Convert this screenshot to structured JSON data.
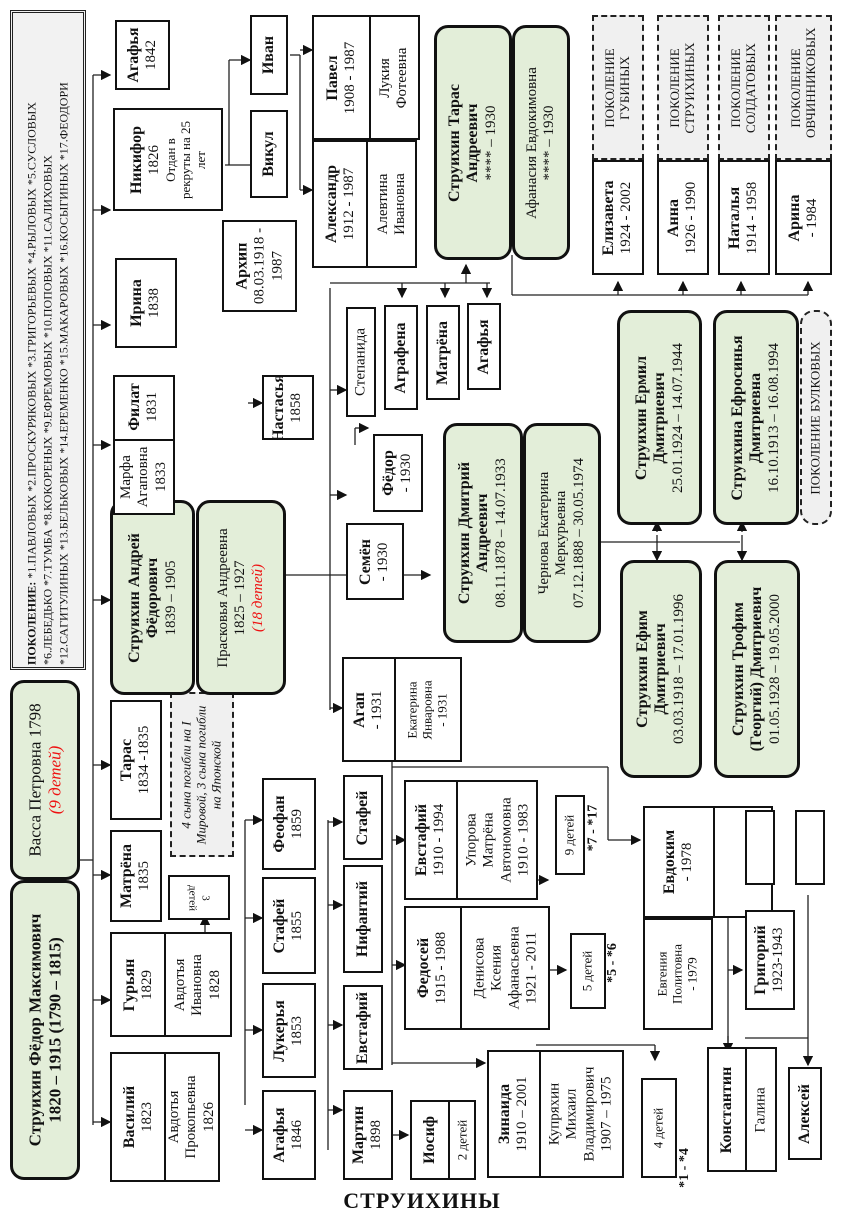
{
  "title": "СТРУИХИНЫ",
  "legend": {
    "label": "ПОКОЛЕНИЕ:",
    "line1": "*1.ПАВЛОВЫХ *2.ПРОСКУРЯКОВЫХ *3.ГРИГОРЬЕВЫХ *4.РЫЛОВЫХ *5.СУСЛОВЫХ",
    "line2": "*6.ЛЕБЕДЬКО *7.ТУМБА *8.КОКОРЕНЫХ *9.ЕФРЕМОВЫХ *10.ПОПОВЫХ *11.САЛИХОВЫХ",
    "line3": "*12.САГИТУЛИНЫХ *13.БЕЛЬКОВЫХ *14.ЕРЕМЕНКО *15.МАКАРОВЫХ *16.КОСЫГИНЫХ *17.ФЕОДОРИ"
  },
  "root": {
    "husband": {
      "name": "Струихин Фёдор Максимович",
      "dates": "1820 – 1915 (1790 – 1815)"
    },
    "wife": {
      "name": "Васса Петровна 1798",
      "note": "(9 детей)"
    }
  },
  "gen1": {
    "vasiliy": {
      "name": "Василий",
      "year": "1823",
      "spouse": "Авдотья Прокопьевна",
      "spouse_year": "1826"
    },
    "guryan": {
      "name": "Гурьян",
      "year": "1829",
      "spouse": "Авдотья Ивановна",
      "spouse_year": "1828"
    },
    "matrena": {
      "name": "Матрёна",
      "year": "1835"
    },
    "matrena_kids": "3 детей",
    "taras": {
      "name": "Тарас",
      "years": "1834 -1835"
    },
    "andrey": {
      "name": "Струихин Андрей Фёдорович",
      "years": "1839 – 1905"
    },
    "praskovya": {
      "name": "Прасковья Андреевна",
      "years": "1825 – 1927",
      "note": "(18 детей)"
    },
    "war_note": "4 сына погибли на I Мировой, 3 сына погибли на Японской",
    "filat": {
      "name": "Филат",
      "year": "1831",
      "spouse": "Марфа Агаповна",
      "spouse_year": "1833"
    },
    "irina": {
      "name": "Ирина",
      "year": "1838"
    },
    "nikifor": {
      "name": "Никифор",
      "year": "1826",
      "note": "Отдан в рекруты на 25 лет"
    },
    "agafya": {
      "name": "Агафья",
      "year": "1842"
    }
  },
  "gen2": {
    "agafya": {
      "name": "Агафья",
      "year": "1846"
    },
    "lukerya": {
      "name": "Лукерья",
      "year": "1853"
    },
    "stafey": {
      "name": "Стафей",
      "year": "1855"
    },
    "feofan": {
      "name": "Феофан",
      "year": "1859"
    },
    "nastasya": {
      "name": "Настасья",
      "year": "1858"
    },
    "vikul": {
      "name": "Викул"
    },
    "ivan": {
      "name": "Иван"
    },
    "arkhip": {
      "name": "Архип",
      "years": "08.03.1918 - 1987"
    },
    "aleksandr": {
      "name": "Александр",
      "years": "1912 - 1987",
      "spouse": "Алевтина Ивановна"
    },
    "pavel": {
      "name": "Павел",
      "years": "1908 - 1987",
      "spouse": "Лукия Фотеевна"
    },
    "martin": {
      "name": "Мартин",
      "year": "1898"
    },
    "evstafiy": {
      "name": "Евстафий"
    },
    "nifantiy": {
      "name": "Нифантий"
    },
    "stafey2": {
      "name": "Стафей"
    },
    "agap": {
      "name": "Агап",
      "years": "- 1931",
      "spouse": "Екатерина Январовна",
      "spouse_years": "- 1931"
    },
    "semen": {
      "name": "Семён",
      "years": "- 1930"
    },
    "fedor": {
      "name": "Фёдор",
      "years": "- 1930"
    },
    "stepanida": {
      "name": "Степанида"
    },
    "agrafena": {
      "name": "Аграфена"
    },
    "matrena2": {
      "name": "Матрёна"
    },
    "agafya2": {
      "name": "Агафья"
    },
    "taras": {
      "name": "Струихин Тарас Андреевич",
      "years": "**** – 1930"
    },
    "afanasiya": {
      "name": "Афанасия Евдокимовна",
      "years": "**** – 1930"
    },
    "dmitriy": {
      "name": "Струихин Дмитрий Андреевич",
      "years": "08.11.1878 – 14.07.1933"
    },
    "chernova": {
      "name": "Чернова Екатерина Меркурьевна",
      "years": "07.12.1888 – 30.05.1974"
    }
  },
  "gen3": {
    "iosif": {
      "name": "Иосиф",
      "kids": "2 детей"
    },
    "zinaida": {
      "name": "Зинаида",
      "years": "1910 – 2001",
      "spouse": "Купряхин Михаил Владимирович",
      "spouse_years": "1907 – 1975"
    },
    "zinaida_kids": {
      "label": "4 детей",
      "gens": "*1 - *4"
    },
    "fedosey": {
      "name": "Федосей",
      "years": "1915 - 1988",
      "spouse": "Денисова Ксения Афанасьевна",
      "spouse_years": "1921 - 2011"
    },
    "fedosey_kids": {
      "label": "5 детей",
      "gens": "*5 - *6"
    },
    "evstafiy": {
      "name": "Евстафий",
      "years": "1910 - 1994",
      "spouse": "Упорова Матрёна Автономовна",
      "spouse_years": "1910 - 1983"
    },
    "evstafiy_kids": {
      "label": "9 детей",
      "gens": "*7 - *17"
    },
    "evdokim": {
      "name": "Евдоким",
      "years": "- 1978",
      "spouse": "Евгения Политовна",
      "spouse_years": "- 1979"
    },
    "grigoriy": {
      "name": "Григорий",
      "years": "1923-1943"
    },
    "konstantin": {
      "name": "Константин",
      "spouse": "Галина"
    },
    "aleksey": {
      "name": "Алексей"
    },
    "efim": {
      "name": "Струихин Ефим Дмитриевич",
      "years": "03.03.1918 – 17.01.1996"
    },
    "trofim": {
      "name": "Струихин Трофим (Георгий) Дмитриевич",
      "years": "01.05.1928 – 19.05.2000"
    },
    "ermil": {
      "name": "Струихин Ермил Дмитриевич",
      "years": "25.01.1924 – 14.07.1944"
    },
    "efrosinya": {
      "name": "Струихина Ефросинья Дмитриевна",
      "years": "16.10.1913 – 16.08.1994"
    },
    "bulkov_label": "ПОКОЛЕНИЕ БУЛКОВЫХ",
    "elizaveta": {
      "name": "Елизавета",
      "years": "1924 - 2002",
      "gen": "ПОКОЛЕНИЕ ГУБИНЫХ"
    },
    "anna": {
      "name": "Анна",
      "years": "1926 - 1990",
      "gen": "ПОКОЛЕНИЕ СТРУИХИНЫХ"
    },
    "natalya": {
      "name": "Наталья",
      "years": "1914 - 1958",
      "gen": "ПОКОЛЕНИЕ СОЛДАТОВЫХ"
    },
    "arina": {
      "name": "Арина",
      "years": "- 1984",
      "gen": "ПОКОЛЕНИЕ ОВЧИННИКОВЫХ"
    }
  }
}
